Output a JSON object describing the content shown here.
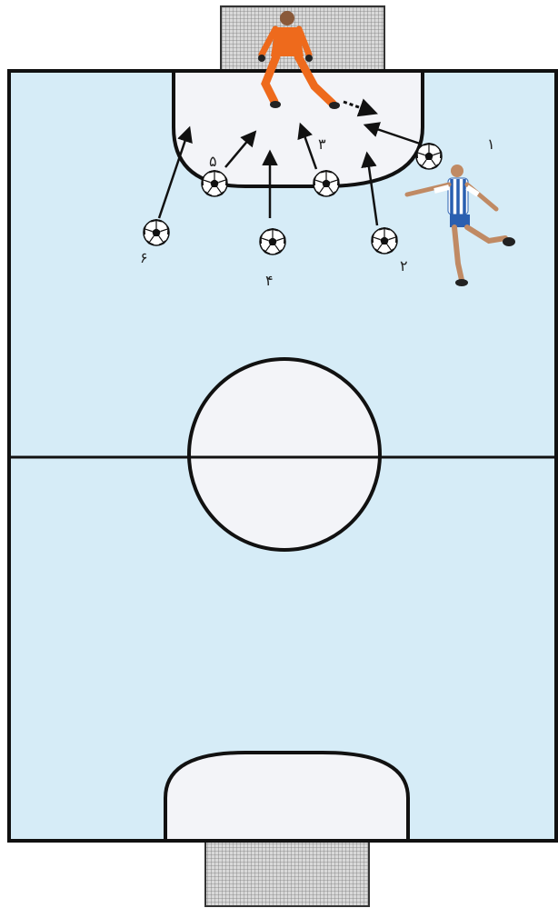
{
  "colors": {
    "field": "#d6ecf7",
    "line": "#111111",
    "area": "#f3f4f8",
    "goalkeeper": "#ee6a1c",
    "player_kit": "#2a5fb0",
    "net": "#9a9a9a"
  },
  "labels": {
    "one": "۱",
    "two": "۲",
    "three": "۳",
    "four": "۴",
    "five": "۵",
    "six": "۶"
  }
}
